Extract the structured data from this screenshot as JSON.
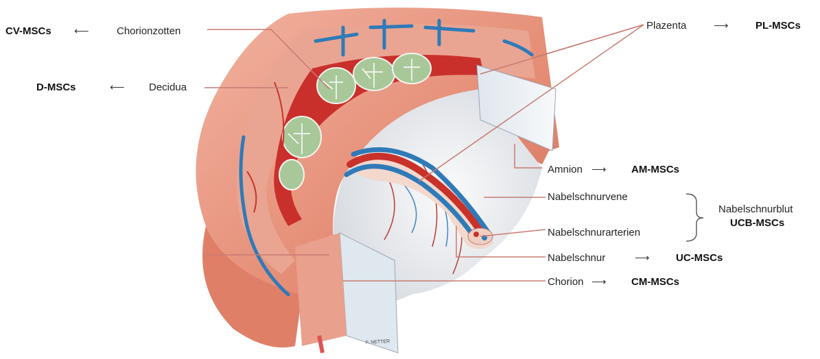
{
  "labels": {
    "cv_mscs": "CV-MSCs",
    "chorionzotten": "Chorionzotten",
    "d_mscs": "D-MSCs",
    "decidua": "Decidua",
    "plazenta": "Plazenta",
    "pl_mscs": "PL-MSCs",
    "amnion": "Amnion",
    "am_mscs": "AM-MSCs",
    "nabelschnurvene": "Nabelschnurvene",
    "nabelschnurarterien": "Nabelschnurarterien",
    "nabelschnurblut": "Nabelschnurblut",
    "ucb_mscs": "UCB-MSCs",
    "nabelschnur": "Nabelschnur",
    "uc_mscs": "UC-MSCs",
    "chorion": "Chorion",
    "cm_mscs": "CM-MSCs"
  },
  "arrows": {
    "left": "⟵",
    "right": "⟶"
  },
  "signature": "F. NETTER",
  "colors": {
    "tissue": "#e99a84",
    "muscle": "#d9664f",
    "vein": "#2f7ab8",
    "artery": "#c8322a",
    "villi_green": "#7fae6b",
    "line": "#c77a72"
  }
}
